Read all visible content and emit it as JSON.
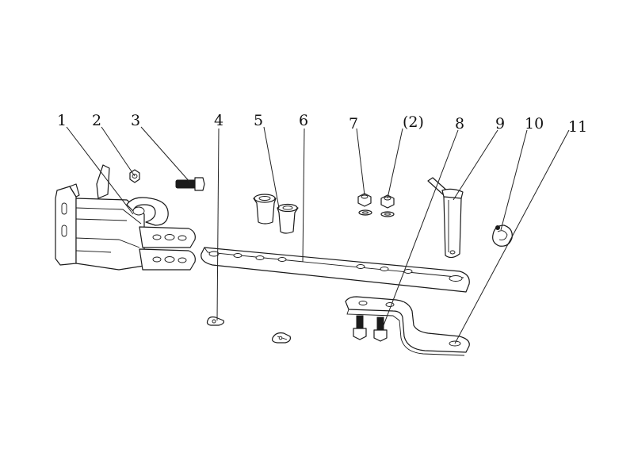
{
  "callouts": [
    {
      "id": "1",
      "label": "1"
    },
    {
      "id": "2",
      "label": "2"
    },
    {
      "id": "3",
      "label": "3"
    },
    {
      "id": "4",
      "label": "4"
    },
    {
      "id": "5",
      "label": "5"
    },
    {
      "id": "6",
      "label": "6"
    },
    {
      "id": "7",
      "label": "7"
    },
    {
      "id": "2b",
      "label": "(2)"
    },
    {
      "id": "8",
      "label": "8"
    },
    {
      "id": "9",
      "label": "9"
    },
    {
      "id": "10",
      "label": "10"
    },
    {
      "id": "11",
      "label": "11"
    }
  ],
  "colors": {
    "line": "#1a1a1a",
    "background": "#ffffff"
  }
}
